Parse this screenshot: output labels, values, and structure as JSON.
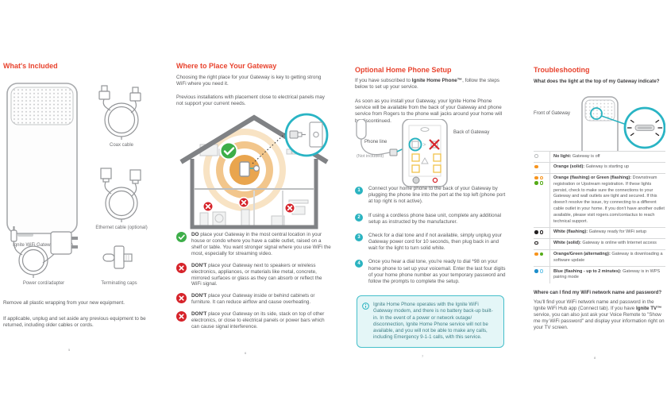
{
  "colors": {
    "heading_red": "#e8432e",
    "teal_accent": "#2ab3c0",
    "wifi_orange": "#e9a54e",
    "do_green": "#3dae49",
    "dont_red": "#d6232a",
    "status_orange": "#f7941d",
    "status_green": "#55ab17",
    "status_blue": "#1d8ecb",
    "body_text": "#58595b"
  },
  "col1": {
    "title": "What's Included",
    "items": [
      {
        "label": "Ignite WiFi Gateway (Gen 2)"
      },
      {
        "label": "Coax cable"
      },
      {
        "label": "Ethernet cable (optional)"
      },
      {
        "label": "Power cord/adapter"
      },
      {
        "label": "Terminating caps"
      }
    ],
    "note1": "Remove all plastic wrapping from your new equipment.",
    "note2": "If applicable, unplug and set aside any previous equipment to be returned, including older cables or cords.",
    "page_number": "5"
  },
  "col2": {
    "title": "Where to Place Your Gateway",
    "intro1": "Choosing the right place for your Gateway is key to getting strong WiFi where you need it.",
    "intro2": "Previous installations with placement close to electrical panels may not support your current needs.",
    "tips": [
      {
        "type": "do",
        "bold": "DO",
        "text": " place your Gateway in the most central location in your house or condo where you have a cable outlet, raised on a shelf or table. You want stronger signal where you use WiFi the most, especially for streaming video."
      },
      {
        "type": "dont",
        "bold": "DON'T",
        "text": " place your Gateway next to speakers or wireless electronics, appliances, or materials like metal, concrete, mirrored surfaces or glass as they can absorb or reflect the WiFi signal."
      },
      {
        "type": "dont",
        "bold": "DON'T",
        "text": " place your Gateway inside or behind cabinets or furniture. It can reduce airflow and cause overheating."
      },
      {
        "type": "dont",
        "bold": "DON'T",
        "text": " place your Gateway on its side, stack on top of other electronics, or close to electrical panels or power bars which can cause signal interference."
      }
    ],
    "page_number": "6"
  },
  "col3": {
    "title": "Optional Home Phone Setup",
    "intro1_pre": "If you have subscribed to ",
    "intro1_bold": "Ignite Home Phone™",
    "intro1_post": ", follow the steps below to set up your service.",
    "intro2": "As soon as you install your Gateway, your Ignite Home Phone service will be available from the back of your Gateway and phone service from Rogers to the phone wall jacks around your home will be discontinued.",
    "diagram": {
      "phone_line_label": "Phone line",
      "phone_line_sub": "(Not included)",
      "back_label": "Back of Gateway"
    },
    "steps": [
      {
        "num": "1",
        "text": "Connect your home phone to the back of your Gateway by plugging the phone line into the port at the top left (phone port at top right is not active)."
      },
      {
        "num": "2",
        "text": "If using a cordless phone base unit, complete any additional setup as instructed by the manufacturer."
      },
      {
        "num": "3",
        "text": "Check for a dial tone and if not available, simply unplug your Gateway power cord for 10 seconds, then plug back in and wait for the light to turn solid white."
      },
      {
        "num": "4",
        "text": "Once you hear a dial tone, you're ready to dial *98 on your home phone to set up your voicemail. Enter the last four digits of your home phone number as your temporary password and follow the prompts to complete the setup."
      }
    ],
    "note": "Ignite Home Phone operates with the Ignite WiFi Gateway modem, and there is no battery back-up built-in. In the event of a power or network outage/ disconnection, Ignite Home Phone service will not be available, and you will not be able to make any calls, including Emergency 9-1-1 calls, with this service.",
    "page_number": "7"
  },
  "col4": {
    "title": "Troubleshooting",
    "q1": "What does the light at the top of my Gateway indicate?",
    "front_label": "Front of Gateway",
    "statuses": [
      {
        "icons": [
          "no-light"
        ],
        "bold": "No light:",
        "text": " Gateway is off"
      },
      {
        "icons": [
          "orange-solid"
        ],
        "bold": "Orange (solid):",
        "text": " Gateway is starting up"
      },
      {
        "icons": [
          "orange-solid",
          "orange-outline",
          "green-solid",
          "green-outline"
        ],
        "bold": "Orange (flashing) or Green (flashing):",
        "text": " Downstream registration or Upstream registration. If these lights persist, check to make sure the connections to your Gateway and wall outlets are tight and secured. If this doesn't resolve the issue, try connecting to a different cable outlet in your home. If you don't have another outlet available, please visit rogers.com/contactus to reach technical support."
      },
      {
        "icons": [
          "white-solid",
          "white-outline"
        ],
        "bold": "White (flashing):",
        "text": " Gateway ready for WiFi setup"
      },
      {
        "icons": [
          "white-outline"
        ],
        "bold": "White (solid):",
        "text": " Gateway is online with Internet access"
      },
      {
        "icons": [
          "orange-solid",
          "green-solid"
        ],
        "bold": "Orange/Green (alternating):",
        "text": " Gateway is downloading a software update"
      },
      {
        "icons": [
          "blue-solid",
          "blue-outline"
        ],
        "bold": "Blue (flashing - up to 2 minutes):",
        "text": " Gateway is in WPS pairing mode"
      }
    ],
    "q2": "Where can I find my WiFi network name and password?",
    "a2_pre": "You'll find your WiFi network name and password in the Ignite WiFi Hub app (Connect tab). If you have ",
    "a2_bold": "Ignite TV™",
    "a2_post": " service, you can also just ask your Voice Remote to \"Show me my WiFi password\" and display your information right on your TV screen.",
    "page_number": "8"
  }
}
